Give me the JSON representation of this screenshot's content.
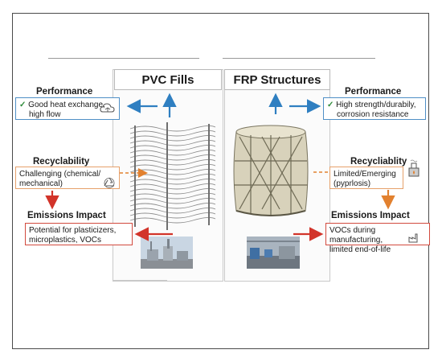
{
  "left": {
    "title": "PVC Fills",
    "performance": {
      "heading": "Performance",
      "text_line1": "Good heat exchange,",
      "text_line2": "high flow"
    },
    "recyclability": {
      "heading": "Recyclability",
      "text_line1": "Challenging (chemical/",
      "text_line2": "mechanical)"
    },
    "emissions": {
      "heading": "Emissions Impact",
      "text_line1": "Potential for plasticizers,",
      "text_line2": "microplastics, VOCs"
    }
  },
  "right": {
    "title": "FRP Structures",
    "performance": {
      "heading": "Performance",
      "text_line1": "High strength/durabily,",
      "text_line2": "corrosion resistance"
    },
    "recyclability": {
      "heading": "Recycliablity",
      "text_line1": "Limited/Emerging",
      "text_line2": "(pyprlosis)"
    },
    "emissions": {
      "heading": "Emissions Impact",
      "text_line1": "VOCs during manufacturing,",
      "text_line2": "limited end-of-life"
    }
  },
  "icons": {
    "check": "check-icon",
    "cloud_recycle": "cloud-recycle-icon",
    "recycle": "recycle-icon",
    "furnace": "furnace-icon",
    "factory": "factory-icon"
  },
  "colors": {
    "blue": "#2f7fc1",
    "orange": "#e2812f",
    "red": "#d2342a",
    "green": "#2e8b3a"
  }
}
